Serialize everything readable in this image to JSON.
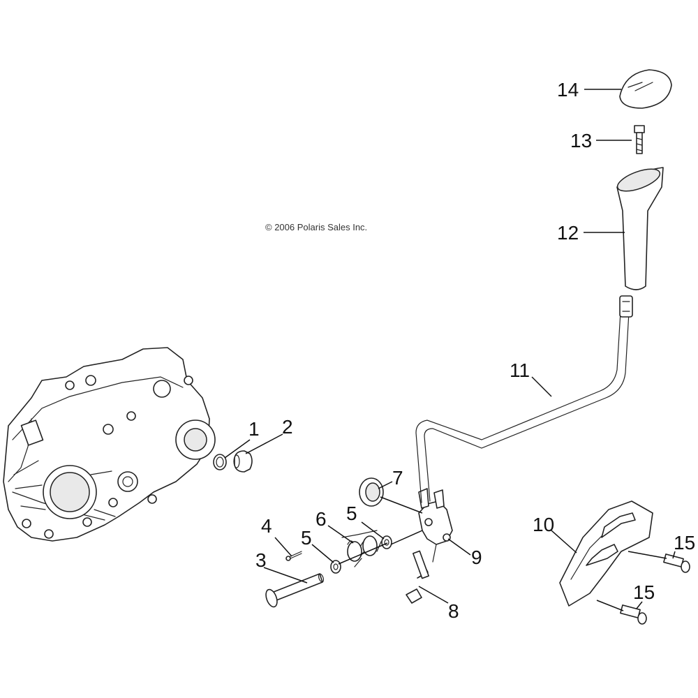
{
  "copyright": "© 2006 Polaris Sales Inc.",
  "callouts": {
    "p1": "1",
    "p2": "2",
    "p3": "3",
    "p4": "4",
    "p5a": "5",
    "p5b": "5",
    "p6": "6",
    "p7": "7",
    "p8": "8",
    "p9": "9",
    "p10": "10",
    "p11": "11",
    "p12": "12",
    "p13": "13",
    "p14": "14",
    "p15a": "15",
    "p15b": "15"
  }
}
